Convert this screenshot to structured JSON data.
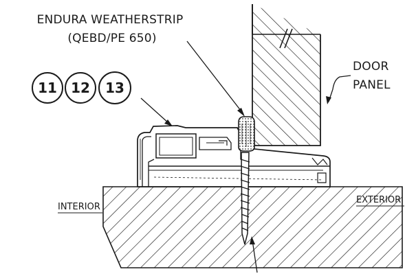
{
  "labels": {
    "weatherstrip_line1": "ENDURA WEATHERSTRIP",
    "weatherstrip_line2": "(QEBD/PE 650)",
    "door_line1": "DOOR",
    "door_line2": "PANEL",
    "interior": "INTERIOR",
    "exterior": "EXTERIOR"
  },
  "callouts": [
    "11",
    "12",
    "13"
  ],
  "colors": {
    "ink": "#1a1a1a",
    "background": "#ffffff",
    "weatherstrip": "#555555"
  }
}
